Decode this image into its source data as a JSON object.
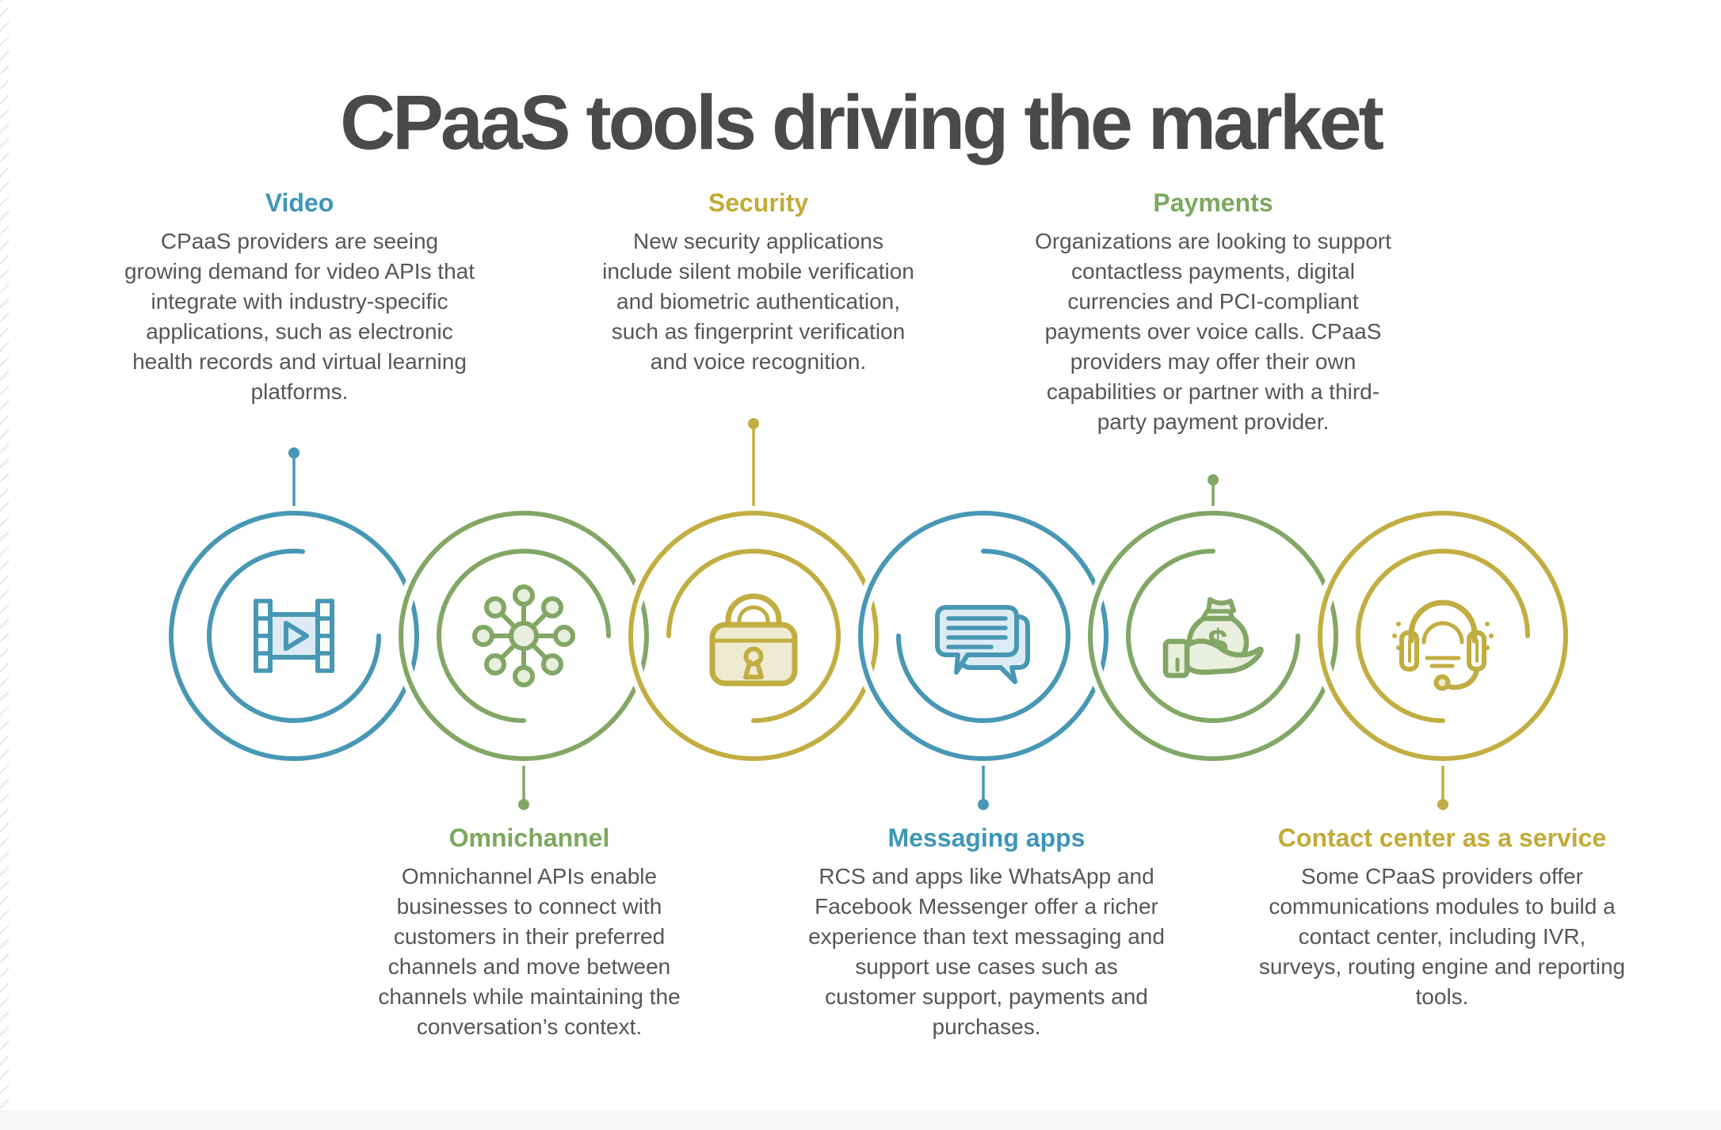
{
  "page": {
    "title": "CPaaS tools driving the market"
  },
  "colors": {
    "blue": "#4797b5",
    "green": "#82a765",
    "gold": "#c2ad41",
    "body_text": "#55565a",
    "title_text": "#4a4a4c",
    "tint_blue": "#dcebf3",
    "tint_green": "#e9efdf",
    "tint_gold": "#eeebd2"
  },
  "sections": [
    {
      "id": "video",
      "label": "Video",
      "position": "top",
      "color": "blue",
      "icon": "film-play-icon",
      "body": "CPaaS providers are seeing growing demand for video APIs that integrate with industry-specific applications, such as electronic health records and virtual learning platforms."
    },
    {
      "id": "omnichannel",
      "label": "Omnichannel",
      "position": "bottom",
      "color": "green",
      "icon": "network-hub-icon",
      "body": "Omnichannel APIs enable businesses to connect with customers in their preferred channels and move between channels while maintaining the conversation’s context."
    },
    {
      "id": "security",
      "label": "Security",
      "position": "top",
      "color": "gold",
      "icon": "padlock-icon",
      "body": "New security applications include silent mobile verification and biometric authentication, such as fingerprint verification and voice recognition."
    },
    {
      "id": "messaging",
      "label": "Messaging apps",
      "position": "bottom",
      "color": "blue",
      "icon": "chat-bubbles-icon",
      "body": "RCS and apps like WhatsApp and Facebook Messenger offer a richer experience than text messaging and support use cases such as customer support, payments and purchases."
    },
    {
      "id": "payments",
      "label": "Payments",
      "position": "top",
      "color": "green",
      "icon": "money-hand-icon",
      "body": "Organizations are looking to support contactless payments, digital currencies and PCI-compliant payments over voice calls. CPaaS providers may offer their own capabilities or partner with a third-party payment provider."
    },
    {
      "id": "contact_center",
      "label": "Contact center as a service",
      "position": "bottom",
      "color": "gold",
      "icon": "headset-icon",
      "body": "Some CPaaS providers offer communications modules to build a contact center, including IVR, surveys, routing engine and reporting tools."
    }
  ]
}
